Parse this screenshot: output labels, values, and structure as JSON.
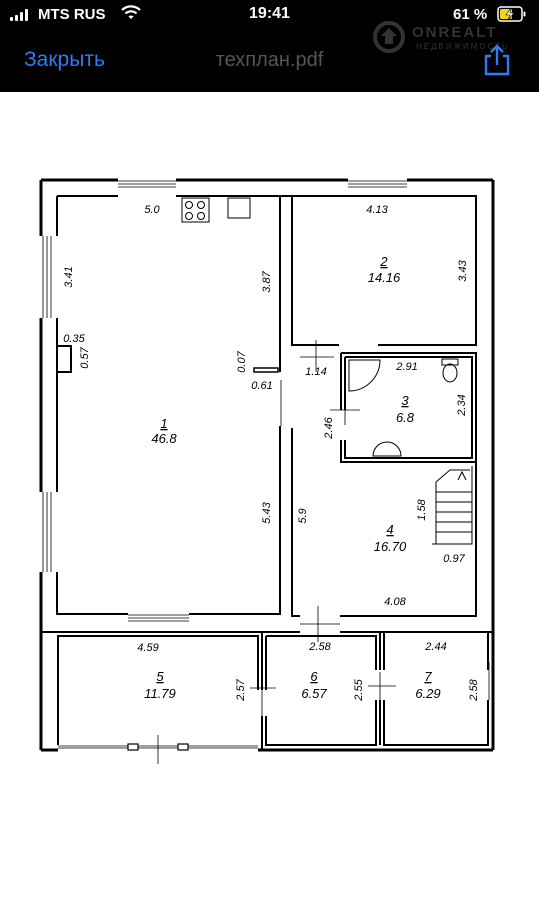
{
  "status_bar": {
    "carrier": "MTS RUS",
    "time": "19:41",
    "battery": "61 %"
  },
  "nav": {
    "close_label": "Закрыть",
    "file_name": "техплан.pdf"
  },
  "watermark": {
    "brand": "ONREALT",
    "sub": "НЕДВИЖИМОСТЬ"
  },
  "plan": {
    "rooms": [
      {
        "number": "1",
        "area": "46.8"
      },
      {
        "number": "2",
        "area": "14.16"
      },
      {
        "number": "3",
        "area": "6.8"
      },
      {
        "number": "4",
        "area": "16.70"
      },
      {
        "number": "5",
        "area": "11.79"
      },
      {
        "number": "6",
        "area": "6.57"
      },
      {
        "number": "7",
        "area": "6.29"
      }
    ],
    "dimensions": [
      "5.0",
      "3.41",
      "3.87",
      "0.35",
      "0.57",
      "0.07",
      "0.61",
      "5.43",
      "4.13",
      "3.43",
      "1.14",
      "2.91",
      "2.46",
      "2.34",
      "5.9",
      "1.58",
      "0.97",
      "4.08",
      "4.59",
      "2.58",
      "2.44",
      "2.57",
      "2.55",
      "2.58"
    ]
  }
}
